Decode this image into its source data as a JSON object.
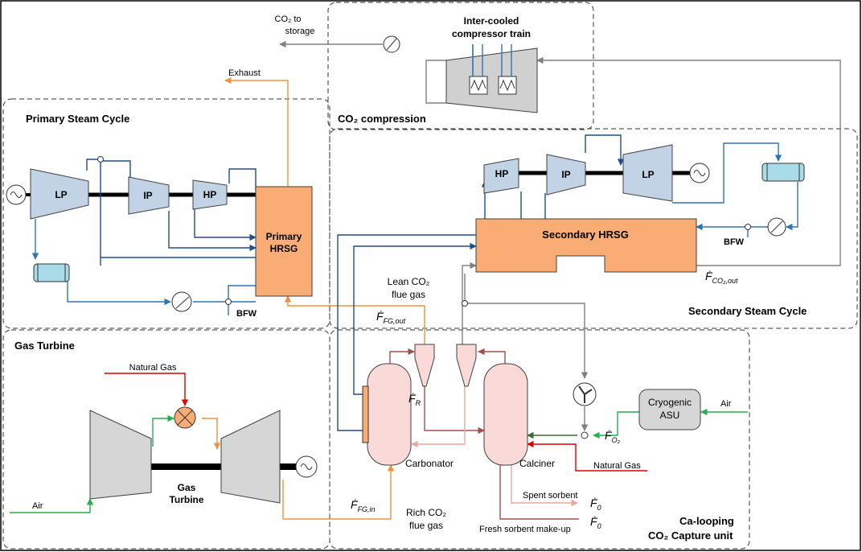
{
  "regions": {
    "primary_steam_cycle": "Primary Steam Cycle",
    "co2_compression": "CO₂ compression",
    "secondary_steam_cycle": "Secondary Steam Cycle",
    "gas_turbine": "Gas Turbine",
    "ca_looping_line1": "Ca-looping",
    "ca_looping_line2": "CO₂ Capture unit"
  },
  "components": {
    "compressor_train_line1": "Inter-cooled",
    "compressor_train_line2": "compressor train",
    "primary_lp": "LP",
    "primary_ip": "IP",
    "primary_hp": "HP",
    "primary_hrsg_line1": "Primary",
    "primary_hrsg_line2": "HRSG",
    "secondary_hp": "HP",
    "secondary_ip": "IP",
    "secondary_lp": "LP",
    "secondary_hrsg": "Secondary HRSG",
    "gas_turbine_line1": "Gas",
    "gas_turbine_line2": "Turbine",
    "carbonator": "Carbonator",
    "calciner": "Calciner",
    "asu_line1": "Cryogenic",
    "asu_line2": "ASU"
  },
  "streams": {
    "co2_to_storage_line1": "CO₂ to",
    "co2_to_storage_line2": "storage",
    "exhaust": "Exhaust",
    "bfw_primary": "BFW",
    "bfw_secondary": "BFW",
    "lean_co2_line1": "Lean CO₂",
    "lean_co2_line2": "flue gas",
    "rich_co2_line1": "Rich CO₂",
    "rich_co2_line2": "flue gas",
    "natural_gas_gt": "Natural Gas",
    "natural_gas_calciner": "Natural Gas",
    "air_gt": "Air",
    "air_asu": "Air",
    "spent_sorbent": "Spent sorbent",
    "fresh_sorbent": "Fresh sorbent make-up"
  },
  "symbols": {
    "f_dot": "Ḟ",
    "sub_co2_out": "CO₂,out",
    "sub_fg_out": "FG,out",
    "sub_fg_in": "FG,in",
    "sub_r": "R",
    "sub_o2": "O₂",
    "sub_0": "0"
  },
  "colors": {
    "steam_water": "#1f4e8c",
    "flue_gas": "#f0923b",
    "co2": "#808080",
    "air_oxygen": "#22b14c",
    "fuel": "#e00000",
    "solids": "#a0504a",
    "turbine_fill": "#c3d3e6",
    "hrsg_fill": "#f9ad75",
    "reactor_fill": "#fad9d9"
  }
}
